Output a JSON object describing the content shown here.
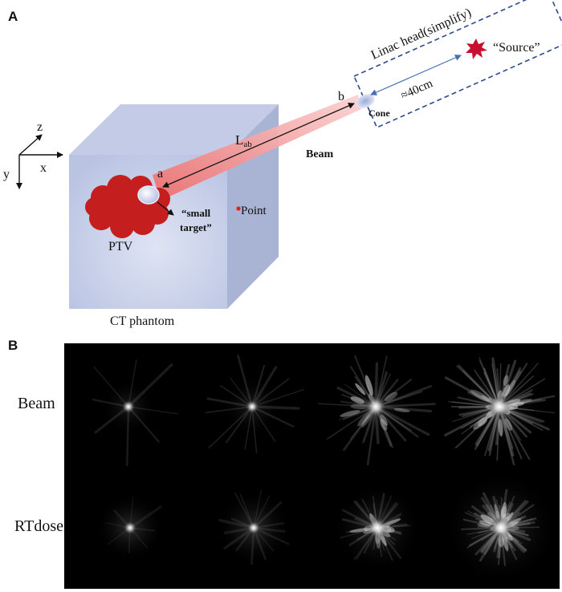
{
  "panel_a": {
    "label": "A",
    "linac_head": "Linac head(simplify)",
    "source": "“Source”",
    "distance": "≈40cm",
    "cone": "Cone",
    "point_b": "b",
    "point_a": "a",
    "lab_main": "L",
    "lab_sub": "ab",
    "beam": "Beam",
    "small_target_line1": "“small",
    "small_target_line2": "target”",
    "point": "Point",
    "ptv": "PTV",
    "phantom": "CT phantom",
    "axis_x": "x",
    "axis_y": "y",
    "axis_z": "z",
    "colors": {
      "ptv": "#c41e1e",
      "beam": "#f08a8a",
      "phantom": "#c9d2ea",
      "dashed_box": "#2b4a8c",
      "source": "#c8102e"
    }
  },
  "panel_b": {
    "label": "B",
    "rows": [
      {
        "label": "Beam",
        "beam_counts": [
          4,
          8,
          16,
          32
        ]
      },
      {
        "label": "RTdose",
        "beam_counts": [
          4,
          8,
          16,
          32
        ]
      }
    ]
  }
}
